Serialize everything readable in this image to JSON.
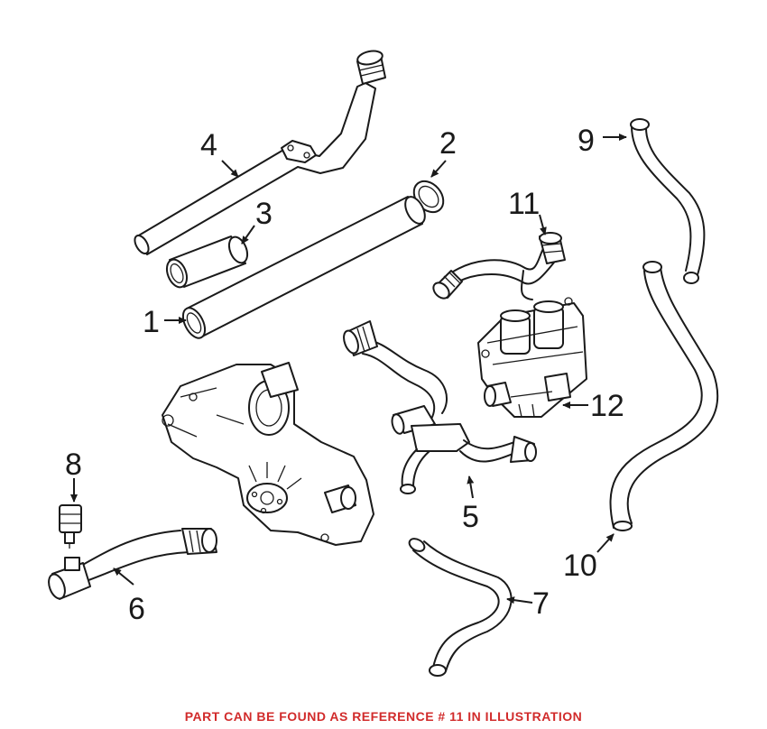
{
  "colors": {
    "line": "#1a1a1a",
    "caption": "#d12b2b",
    "background": "#ffffff"
  },
  "callouts": {
    "c1": "1",
    "c2": "2",
    "c3": "3",
    "c4": "4",
    "c5": "5",
    "c6": "6",
    "c7": "7",
    "c8": "8",
    "c9": "9",
    "c10": "10",
    "c11": "11",
    "c12": "12"
  },
  "caption": "PART CAN BE FOUND AS REFERENCE # 11 IN ILLUSTRATION"
}
